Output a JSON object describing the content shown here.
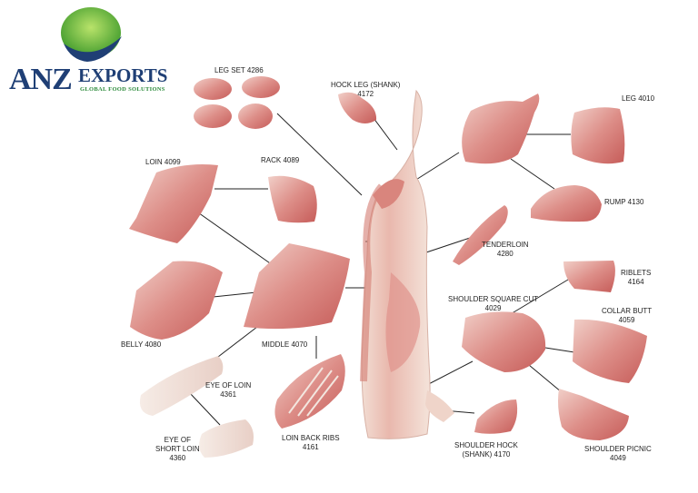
{
  "brand": {
    "name_prefix": "ANZ",
    "name_suffix": "EXPORTS",
    "tagline": "GLOBAL FOOD SOLUTIONS",
    "colors": {
      "navy": "#1f3f75",
      "green": "#2b8a3a",
      "lime": "#7cc242"
    }
  },
  "labels": {
    "leg_set": "LEG SET 4286",
    "hock_leg": [
      "HOCK LEG (SHANK)",
      "4172"
    ],
    "leg": "LEG 4010",
    "loin": "LOIN 4099",
    "rack": "RACK 4089",
    "rump": "RUMP 4130",
    "tenderloin": [
      "TENDERLOIN",
      "4280"
    ],
    "riblets": [
      "RIBLETS",
      "4164"
    ],
    "shoulder_square_cut": [
      "SHOULDER SQUARE CUT",
      "4029"
    ],
    "collar_butt": [
      "COLLAR BUTT",
      "4059"
    ],
    "belly": "BELLY 4080",
    "middle": "MIDDLE 4070",
    "eye_of_loin": [
      "EYE OF LOIN",
      "4361"
    ],
    "eye_of_short_loin": [
      "EYE OF",
      "SHORT LOIN",
      "4360"
    ],
    "loin_back_ribs": [
      "LOIN BACK RIBS",
      "4161"
    ],
    "shoulder_hock": [
      "SHOULDER HOCK",
      "(SHANK) 4170"
    ],
    "shoulder_picnic": [
      "SHOULDER PICNIC",
      "4049"
    ]
  },
  "colors": {
    "meat": "#e7a9a4",
    "meat_dark": "#c9605e",
    "fat": "#f3e6df",
    "line": "#222222"
  }
}
